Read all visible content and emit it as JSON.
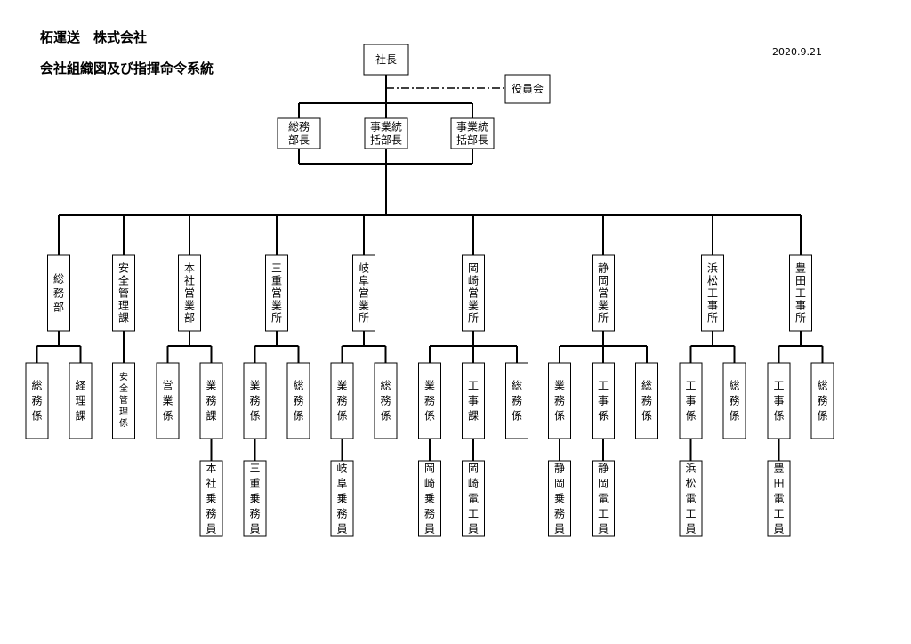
{
  "header": {
    "company": "柘運送　株式会社",
    "subtitle": "会社組織図及び指揮命令系統",
    "date": "2020.9.21"
  },
  "org": {
    "president": "社長",
    "board": "役員会",
    "executives": [
      {
        "id": "ex-somu",
        "label": "総務\n部長"
      },
      {
        "id": "ex-jigyo1",
        "label": "事業統\n括部長"
      },
      {
        "id": "ex-jigyo2",
        "label": "事業統\n括部長"
      }
    ],
    "departments": [
      {
        "id": "d1",
        "label": "総務部",
        "units": [
          {
            "label": "総務係",
            "staff": ""
          },
          {
            "label": "経理課",
            "staff": ""
          }
        ]
      },
      {
        "id": "d2",
        "label": "安全管理課",
        "units": [
          {
            "label": "安全管理係",
            "staff": ""
          }
        ]
      },
      {
        "id": "d3",
        "label": "本社営業部",
        "units": [
          {
            "label": "営業係",
            "staff": ""
          },
          {
            "label": "業務課",
            "staff": "本社乗務員"
          }
        ]
      },
      {
        "id": "d4",
        "label": "三重営業所",
        "units": [
          {
            "label": "業務係",
            "staff": "三重乗務員"
          },
          {
            "label": "総務係",
            "staff": ""
          }
        ]
      },
      {
        "id": "d5",
        "label": "岐阜営業所",
        "units": [
          {
            "label": "業務係",
            "staff": "岐阜乗務員"
          },
          {
            "label": "総務係",
            "staff": ""
          }
        ]
      },
      {
        "id": "d6",
        "label": "岡崎営業所",
        "units": [
          {
            "label": "業務係",
            "staff": "岡崎乗務員"
          },
          {
            "label": "工事課",
            "staff": "岡崎電工員"
          },
          {
            "label": "総務係",
            "staff": ""
          }
        ]
      },
      {
        "id": "d7",
        "label": "静岡営業所",
        "units": [
          {
            "label": "業務係",
            "staff": "静岡乗務員"
          },
          {
            "label": "工事係",
            "staff": "静岡電工員"
          },
          {
            "label": "総務係",
            "staff": ""
          }
        ]
      },
      {
        "id": "d8",
        "label": "浜松工事所",
        "units": [
          {
            "label": "工事係",
            "staff": "浜松電工員"
          },
          {
            "label": "総務係",
            "staff": ""
          }
        ]
      },
      {
        "id": "d9",
        "label": "豊田工事所",
        "units": [
          {
            "label": "工事係",
            "staff": "豊田電工員"
          },
          {
            "label": "総務係",
            "staff": ""
          }
        ]
      }
    ]
  }
}
